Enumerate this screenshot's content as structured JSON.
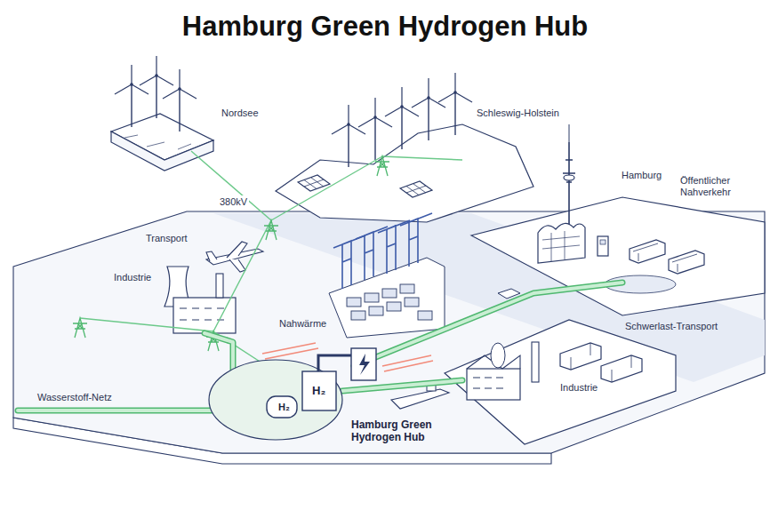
{
  "diagram": {
    "title": "Hamburg Green Hydrogen Hub",
    "labels": [
      "Nordsee",
      "Schleswig-Holstein",
      "Hamburg",
      "Öffentlicher Nahverkehr",
      "380kV",
      "Transport",
      "Industrie",
      "Nahwärme",
      "Schwerlast-Transport",
      "Industrie",
      "Wasserstoff-Netz",
      "H₂",
      "H₂",
      "Hamburg Green Hydrogen Hub"
    ]
  }
}
